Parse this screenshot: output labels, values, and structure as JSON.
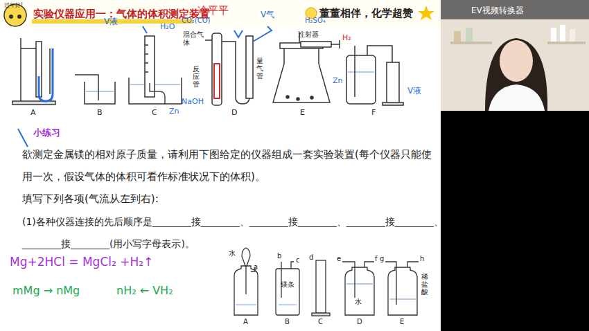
{
  "diagram": {
    "title": "实验仪器应用一：气体的体积测定装置",
    "labels": [
      "过年好!",
      "董董相伴，化学超赞",
      "冷平平",
      "V液",
      "H₂O",
      "CO₂(CO)",
      "V气",
      "H₂SO₄",
      "混合气体",
      "反应管",
      "量气管",
      "注射器",
      "NaOH",
      "Zn",
      "Zn",
      "H₂",
      "V液",
      "A",
      "B",
      "C",
      "D",
      "E",
      "F",
      "小练习",
      "欲测定金属镁的相对原子质量，请利用下图给定的仪器组成一套实验装置(每个仪器只能使用一次，假设气体的体积可看作标准状况下的体积)。",
      "填写下列各项(气流从左到右):",
      "(1)各种仪器连接的先后顺序是________接________、________接________、________接________、",
      "________接________(用小写字母表示)。",
      "水",
      "a",
      "b",
      "c",
      "镁条",
      "d",
      "e",
      "f",
      "水",
      "g",
      "h",
      "稀盐酸",
      "A",
      "B",
      "C",
      "D",
      "E",
      "Mg+2HCl = MgCl₂ +H₂↑",
      "mMg → nMg",
      "nH₂ ← VH₂",
      "EV视频转换器"
    ]
  }
}
